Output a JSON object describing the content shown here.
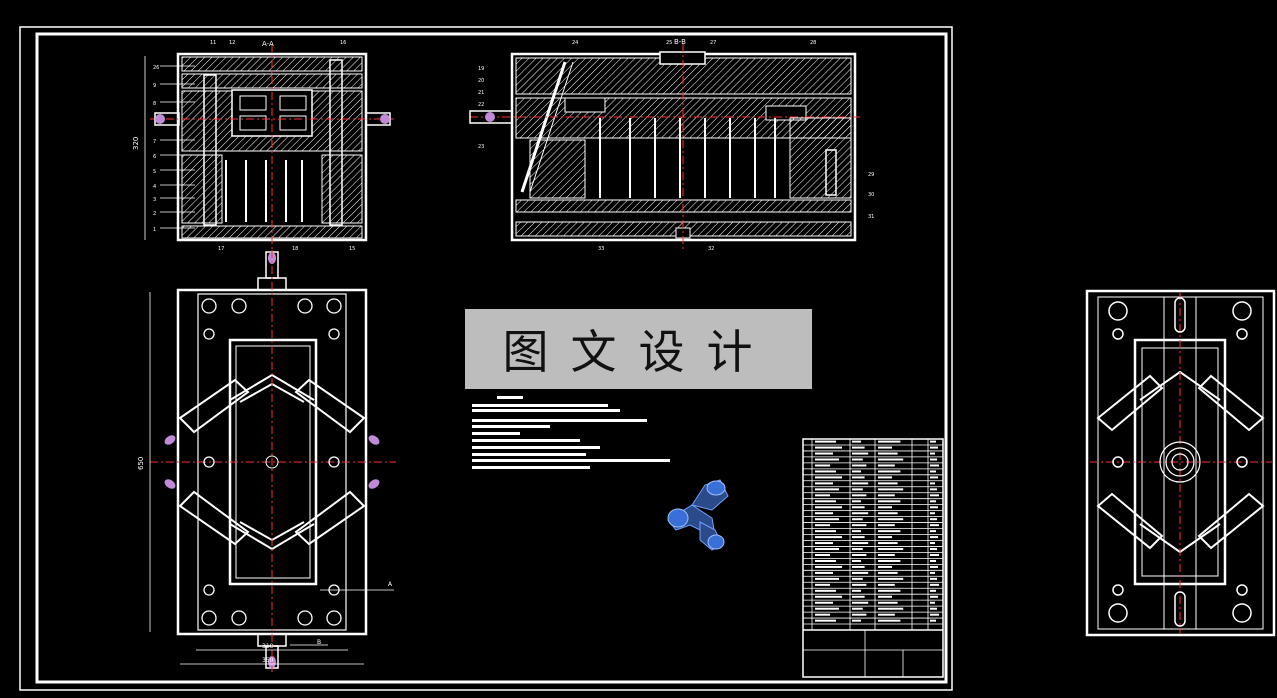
{
  "watermark": {
    "text": "图文设计"
  },
  "section_labels": {
    "top_view_section": "A-A",
    "side_view_section": "B-B",
    "section_marker_a": "A",
    "section_marker_b": "B"
  },
  "dimensions": {
    "top_height": "320",
    "plan_height": "650",
    "plan_inner_width": "310",
    "plan_outer_width": "350"
  },
  "part_numbers": {
    "top_view_left": [
      "26",
      "9",
      "8",
      "7",
      "6",
      "5",
      "4",
      "3",
      "2",
      "1"
    ],
    "top_view_top": [
      "11",
      "12",
      "16"
    ],
    "top_view_bottom": [
      "17",
      "18",
      "15"
    ],
    "side_view_left": [
      "19",
      "20",
      "21",
      "22",
      "23"
    ],
    "side_view_top": [
      "24",
      "25",
      "27",
      "28"
    ],
    "side_view_right": [
      "29",
      "30",
      "31"
    ],
    "side_view_bottom": [
      "33",
      "32"
    ]
  },
  "colors": {
    "background": "#000000",
    "lines": "#ffffff",
    "centerlines": "#ff3030",
    "accent_blue": "#3a6fd8",
    "accent_violet": "#c08ad8",
    "watermark_bg": "#bdbdbd"
  }
}
